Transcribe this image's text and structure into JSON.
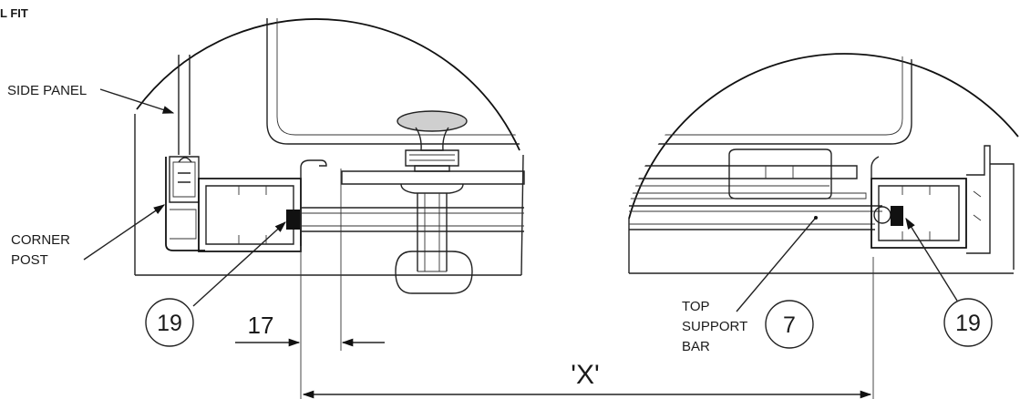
{
  "title_fragment": "L FIT",
  "labels": {
    "side_panel": "SIDE PANEL",
    "corner_post_1": "CORNER",
    "corner_post_2": "POST",
    "top_support_1": "TOP",
    "top_support_2": "SUPPORT",
    "top_support_3": "BAR"
  },
  "callouts": {
    "left_part": "19",
    "right_part": "19",
    "bar_part": "7"
  },
  "dimensions": {
    "gap": "17",
    "span": "'X'"
  }
}
